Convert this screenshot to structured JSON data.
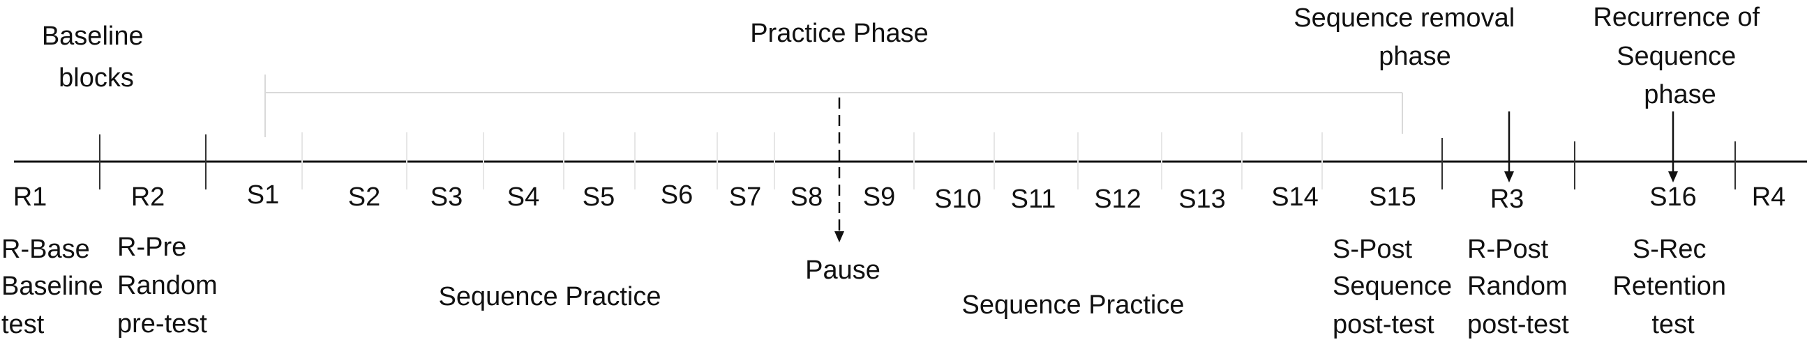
{
  "phases": {
    "baseline": [
      "Baseline",
      "blocks"
    ],
    "practice": [
      "Practice Phase"
    ],
    "removal": [
      "Sequence removal",
      "phase"
    ],
    "recurrence": [
      "Recurrence of",
      "Sequence",
      "phase"
    ]
  },
  "blocks": [
    "R1",
    "R2",
    "S1",
    "S2",
    "S3",
    "S4",
    "S5",
    "S6",
    "S7",
    "S8",
    "S9",
    "S10",
    "S11",
    "S12",
    "S13",
    "S14",
    "S15",
    "R3",
    "S16",
    "R4"
  ],
  "pause_label": "Pause",
  "bottom_labels": {
    "r_base": [
      "R-Base",
      "Baseline",
      "test"
    ],
    "r_pre": [
      "R-Pre",
      "Random",
      "pre-test"
    ],
    "seq_practice_1": [
      "Sequence Practice"
    ],
    "seq_practice_2": [
      "Sequence Practice"
    ],
    "s_post": [
      "S-Post",
      "Sequence",
      "post-test"
    ],
    "r_post": [
      "R-Post",
      "Random",
      "post-test"
    ],
    "s_rec": [
      "S-Rec",
      "Retention",
      "test"
    ]
  },
  "colors": {
    "timeline": "#111111",
    "dividers": "#e6e6e6",
    "bracket": "#d9d9d9",
    "text": "#111111"
  }
}
